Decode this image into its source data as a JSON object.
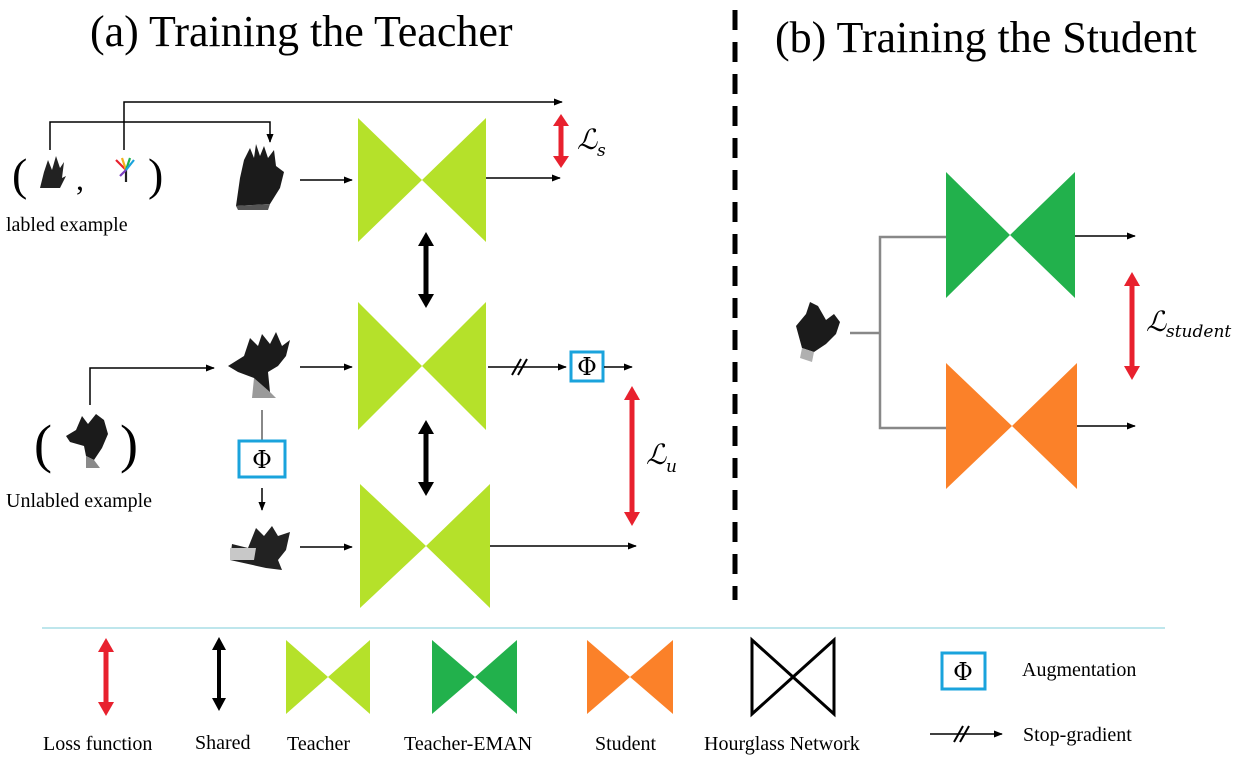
{
  "titles": {
    "teacher": "(a) Training the Teacher",
    "student": "(b) Training the Student"
  },
  "labels": {
    "labeled_example": "labled example",
    "unlabeled_example": "Unlabled example",
    "comma": ","
  },
  "losses": {
    "supervised": {
      "symbol": "ℒ",
      "sub": "s"
    },
    "unsupervised": {
      "symbol": "ℒ",
      "sub": "u"
    },
    "student": {
      "symbol": "ℒ",
      "sub": "student"
    }
  },
  "augmentation_symbol": "Φ",
  "legend": {
    "loss_function": "Loss function",
    "shared": "Shared",
    "teacher": "Teacher",
    "teacher_eman": "Teacher-EMAN",
    "student": "Student",
    "hourglass_network": "Hourglass Network",
    "augmentation": "Augmentation",
    "stop_gradient": "Stop-gradient"
  },
  "colors": {
    "teacher": "#b5e12a",
    "teacher_eman": "#22b14c",
    "student": "#fb8129",
    "loss_arrow": "#e8212e",
    "shared_arrow": "#000000",
    "augmentation_box": "#1aa3dc",
    "divider": "#a9dde6"
  }
}
